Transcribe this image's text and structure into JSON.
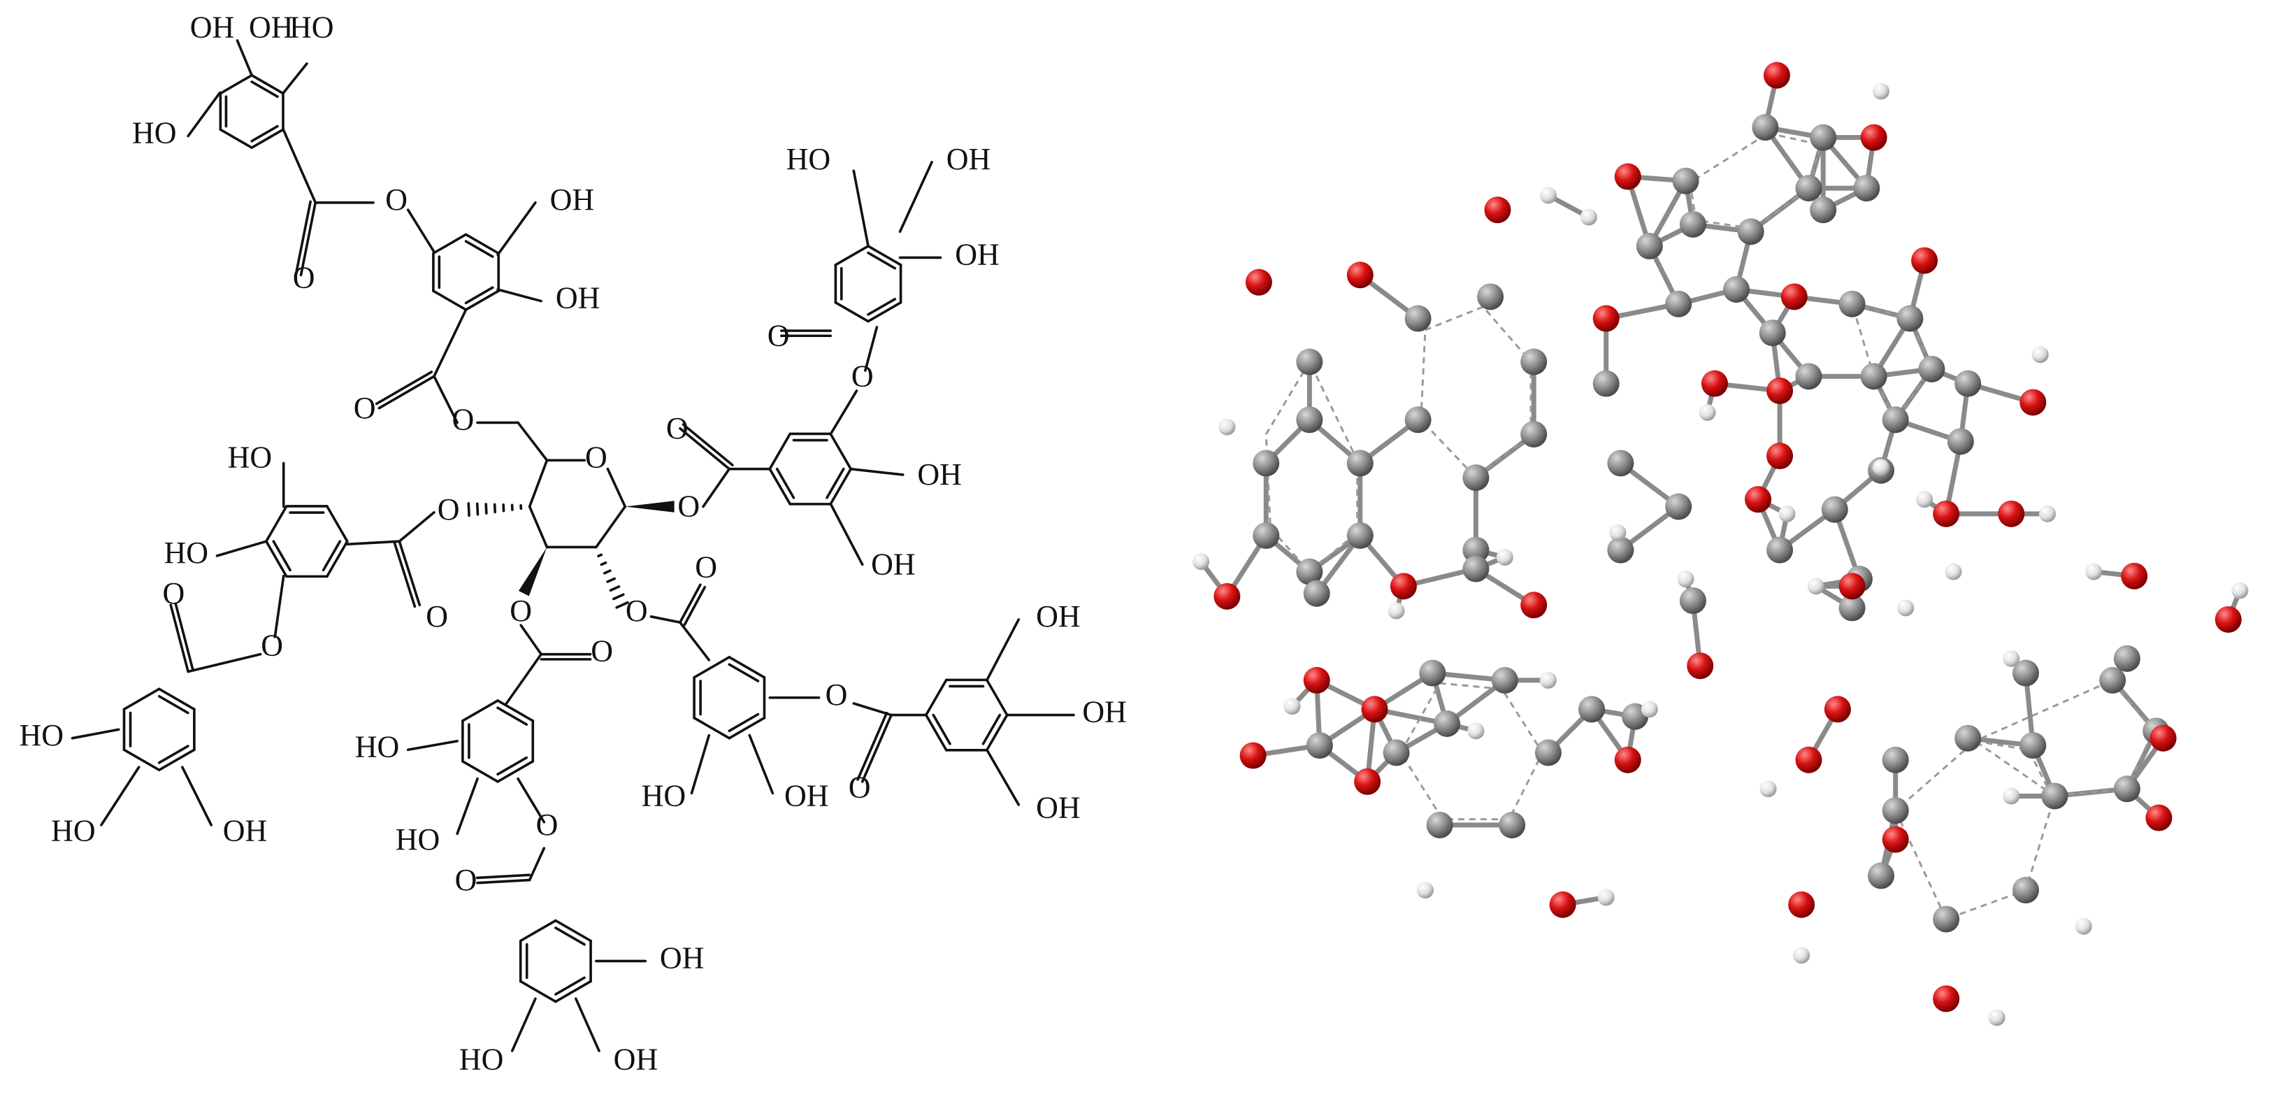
{
  "structure": {
    "labels": {
      "hydroxyl": "OH",
      "hydroxyl_left": "HO",
      "ether_oxygen": "O",
      "carbonyl_oxygen": "O"
    }
  },
  "model_3d": {
    "colors": {
      "carbon": "#8c8c8c",
      "oxygen": "#d81212",
      "hydrogen": "#e6e6e6",
      "bond": "#8a8a8a"
    }
  }
}
